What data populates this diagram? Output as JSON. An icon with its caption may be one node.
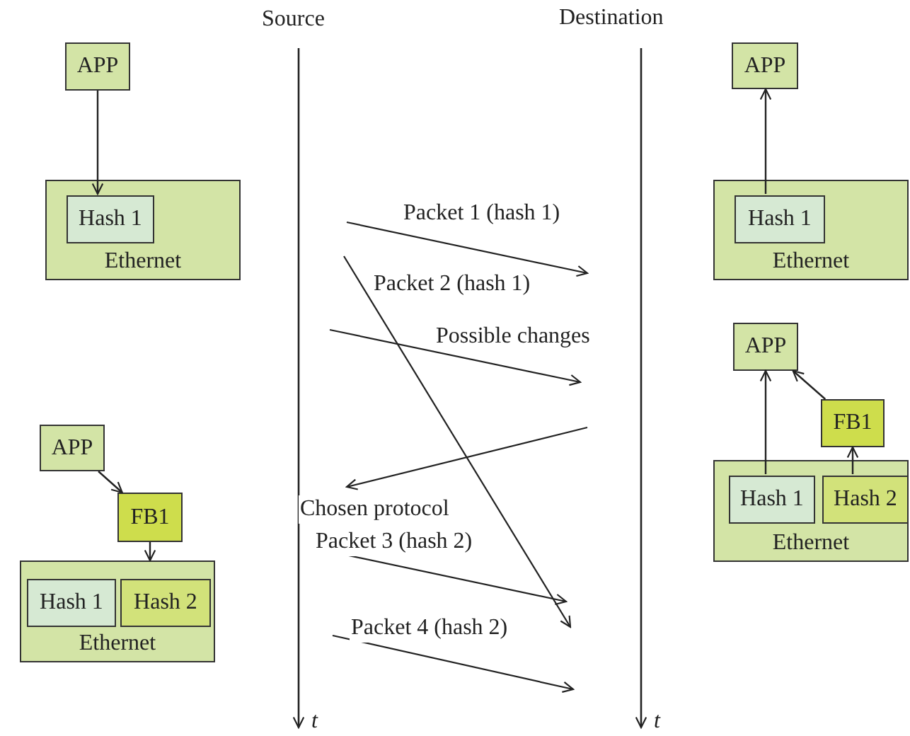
{
  "diagram": {
    "nodes": [
      {
        "text": [
          "APP"
        ]
      },
      {
        "text": [
          "APP"
        ]
      },
      {
        "text": [
          "Ethernet"
        ]
      },
      {
        "text": [
          "Hash 1"
        ],
        "in": 2
      },
      {
        "text": [
          "Ethernet"
        ]
      },
      {
        "text": [
          "Hash 1"
        ],
        "in": 4
      },
      {
        "text": [
          "APP"
        ]
      },
      {
        "text": [
          "FB1"
        ]
      },
      {
        "text": [
          "APP"
        ]
      },
      {
        "text": [
          "FB1"
        ]
      },
      {
        "text": [
          "Ethernet"
        ]
      },
      {
        "text": [
          "Hash 1"
        ],
        "in": 10
      },
      {
        "text": [
          "Hash 2"
        ],
        "in": 10
      },
      {
        "text": [
          "Ethernet"
        ]
      },
      {
        "text": [
          "Hash 1"
        ],
        "in": 13
      },
      {
        "text": [
          "Hash 2"
        ],
        "in": 13
      }
    ],
    "edges": [
      {
        "from": 0,
        "to": 3,
        "arrow": "to"
      },
      {
        "from": 5,
        "to": 1,
        "arrow": "to"
      },
      {
        "from": 14,
        "to": 6,
        "arrow": "to"
      },
      {
        "from": 7,
        "to": 6,
        "arrow": "to"
      },
      {
        "from": 15,
        "to": 7,
        "arrow": "to"
      },
      {
        "from": 8,
        "to": 9,
        "arrow": "to"
      },
      {
        "from": 9,
        "to": 10,
        "arrow": "to"
      }
    ],
    "labels": [
      "Source",
      "Destination",
      "Packet 1 (hash 1)",
      "Packet 2 (hash 1)",
      "Possible changes",
      "Chosen protocol",
      "Packet 3 (hash 2)",
      "Packet 4 (hash 2)",
      "t",
      "t"
    ]
  }
}
